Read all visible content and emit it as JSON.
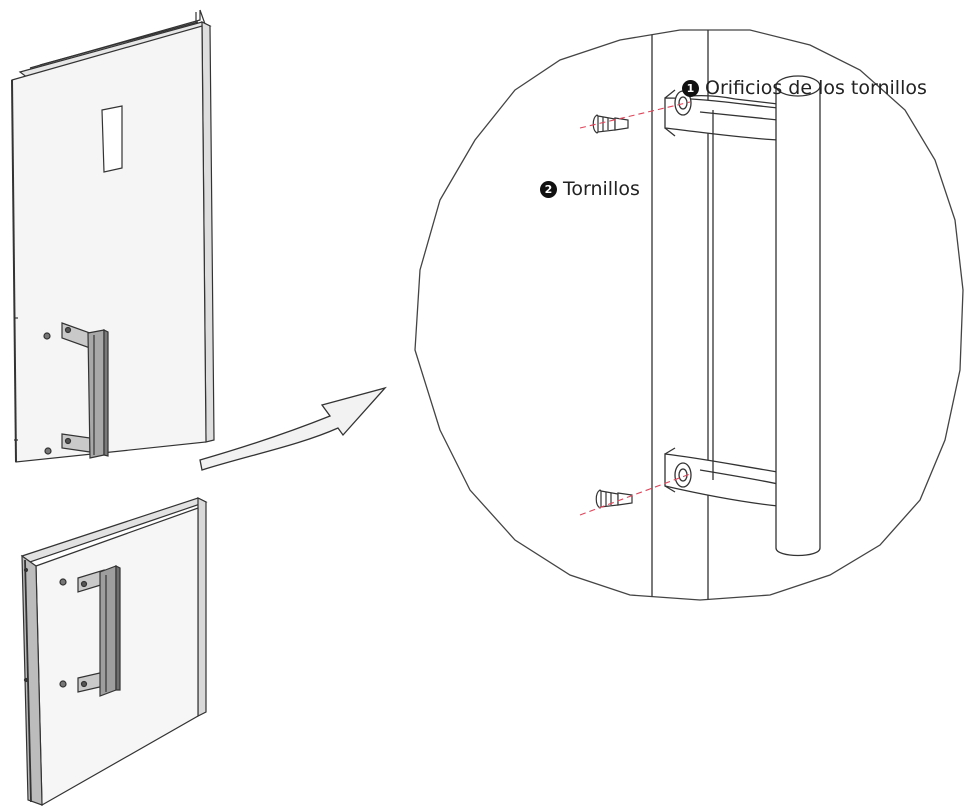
{
  "callouts": [
    {
      "number": "1",
      "label": "Orificios de los tornillos"
    },
    {
      "number": "2",
      "label": "Tornillos"
    }
  ],
  "colors": {
    "line": "#333333",
    "fill_light": "#f4f4f4",
    "fill_mid": "#dcdcdc",
    "fill_dark": "#9a9a9a",
    "axis_red": "#e0455a"
  },
  "icons": {
    "badge": "numbered-circle-icon",
    "arrow": "curved-arrow-icon"
  }
}
